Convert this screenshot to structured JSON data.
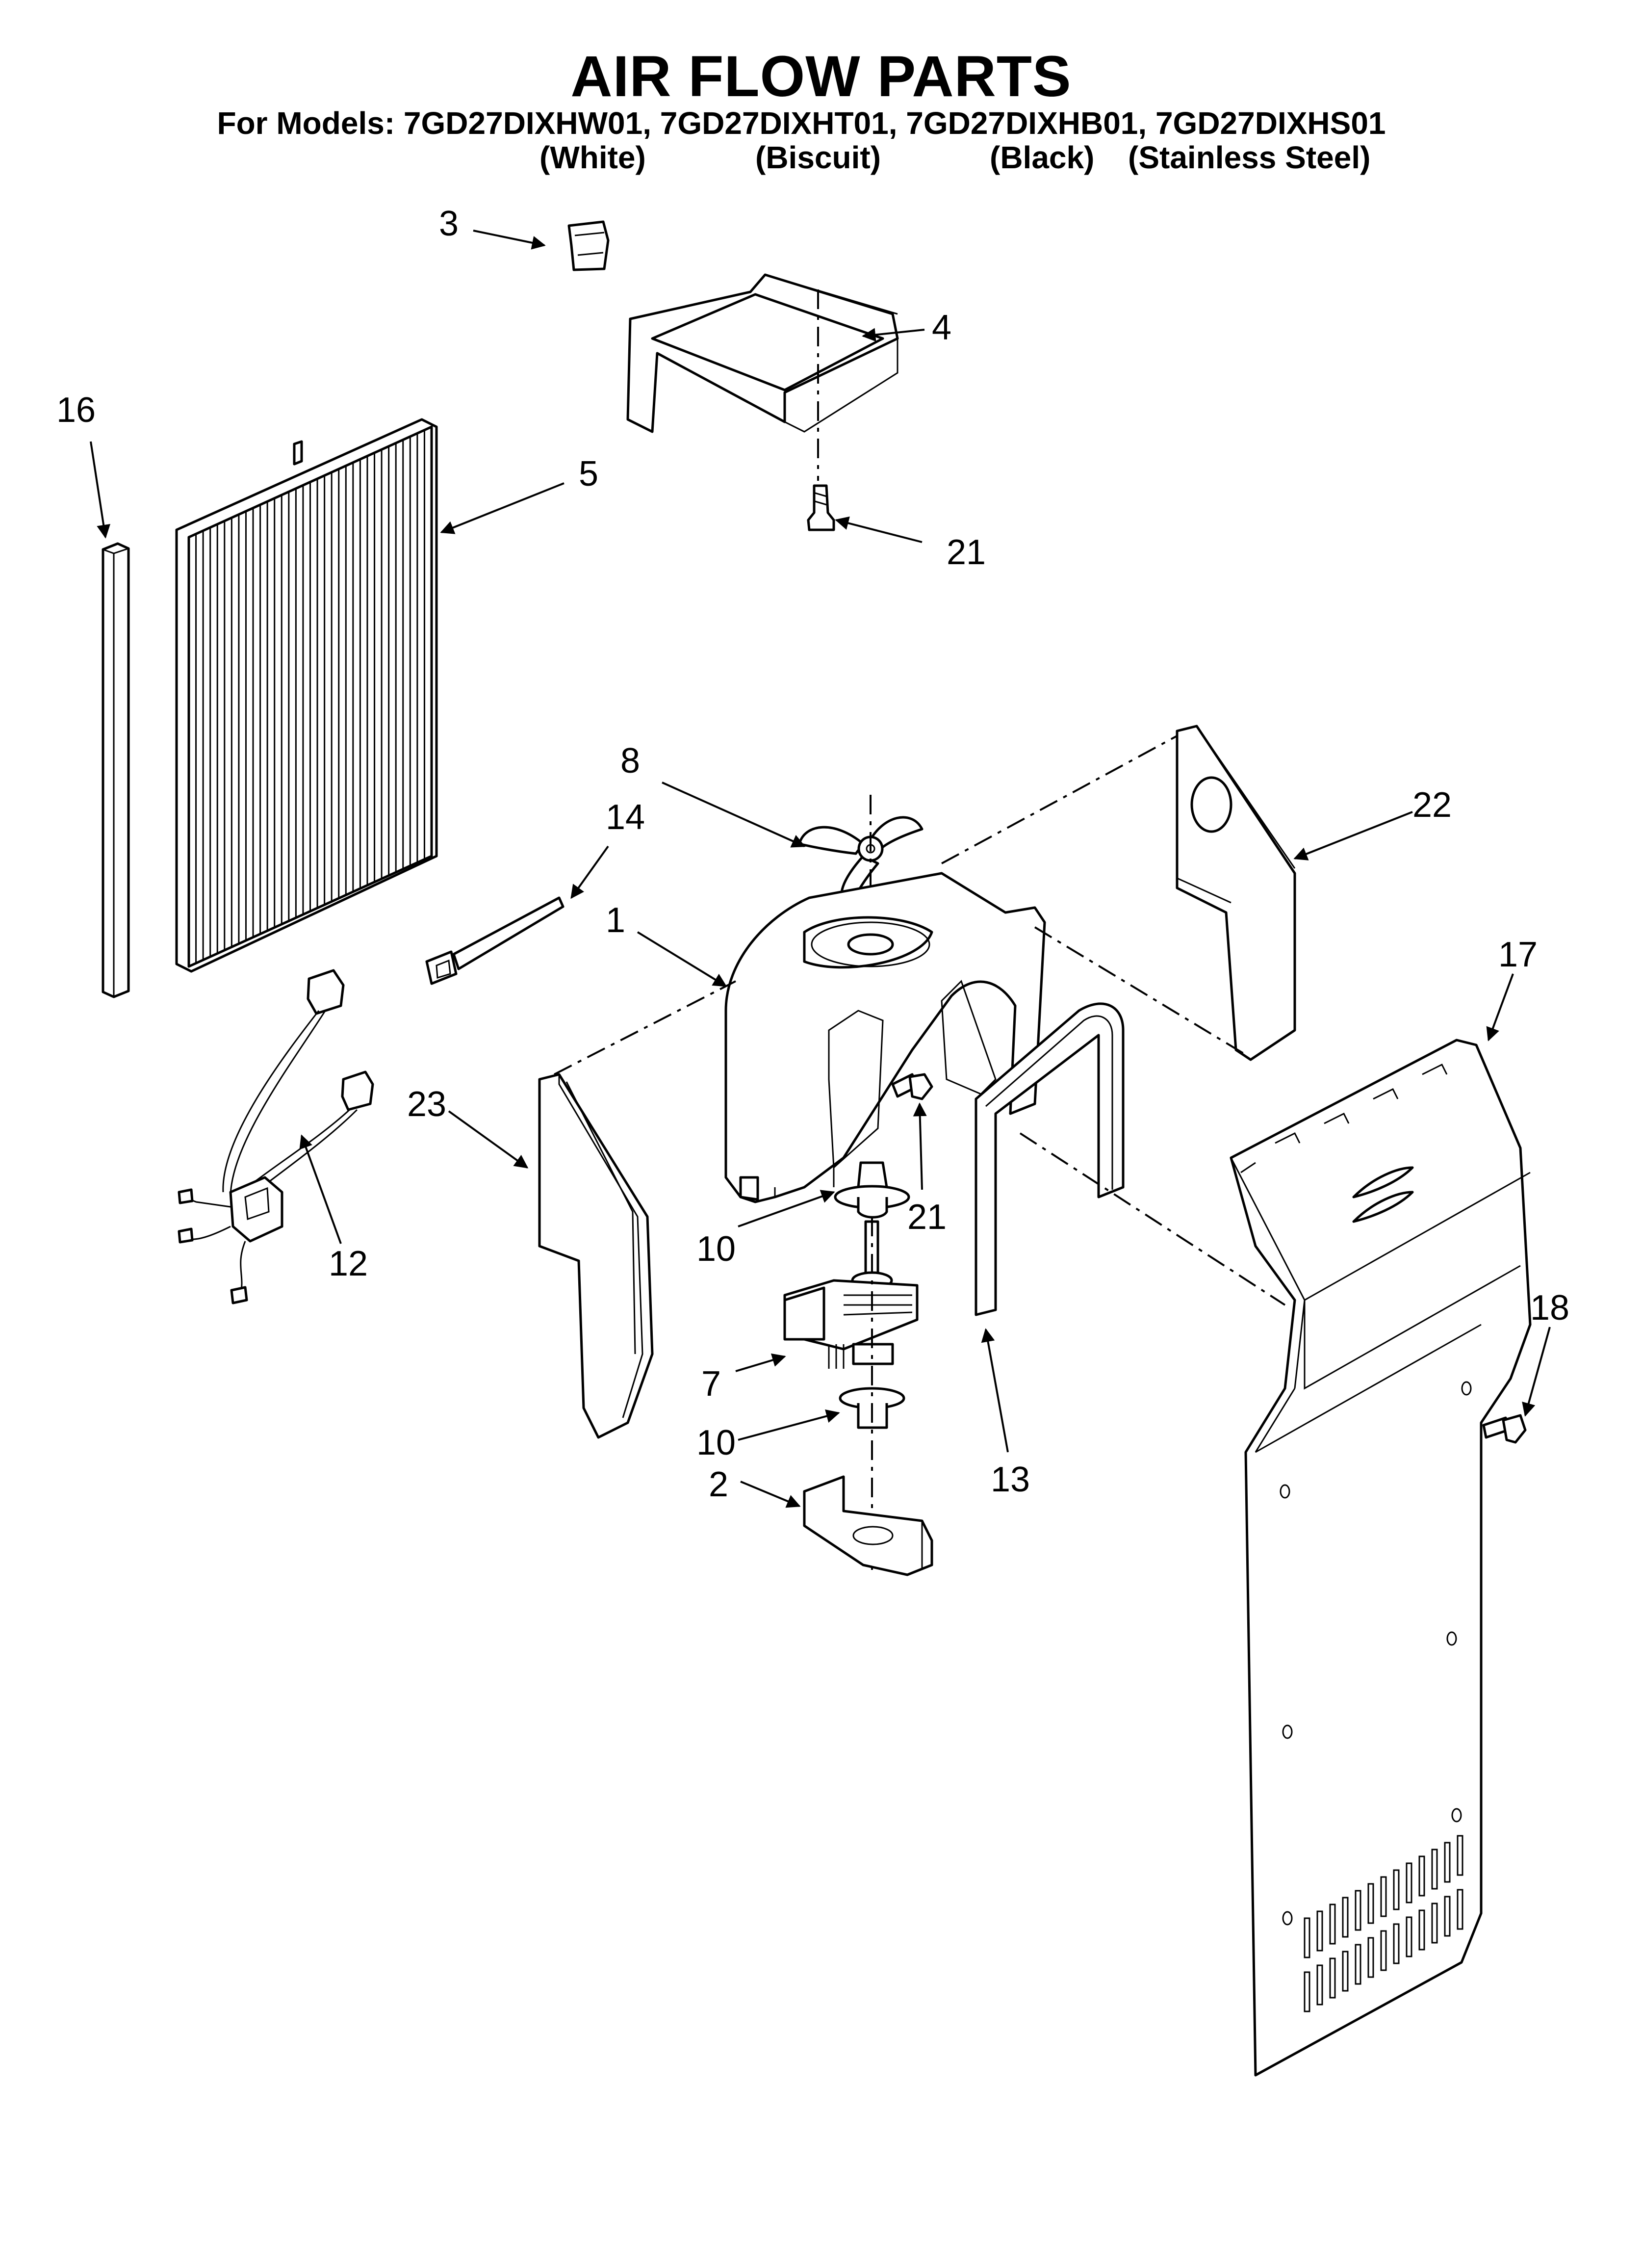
{
  "header": {
    "title": "AIR FLOW PARTS",
    "models_line": "For Models: 7GD27DIXHW01, 7GD27DIXHT01, 7GD27DIXHB01, 7GD27DIXHS01",
    "colors": [
      "(White)",
      "(Biscuit)",
      "(Black)",
      "(Stainless Steel)"
    ]
  },
  "callouts": [
    "3",
    "4",
    "16",
    "5",
    "21",
    "8",
    "22",
    "14",
    "1",
    "17",
    "23",
    "21",
    "10",
    "12",
    "7",
    "10",
    "18",
    "13",
    "2"
  ]
}
